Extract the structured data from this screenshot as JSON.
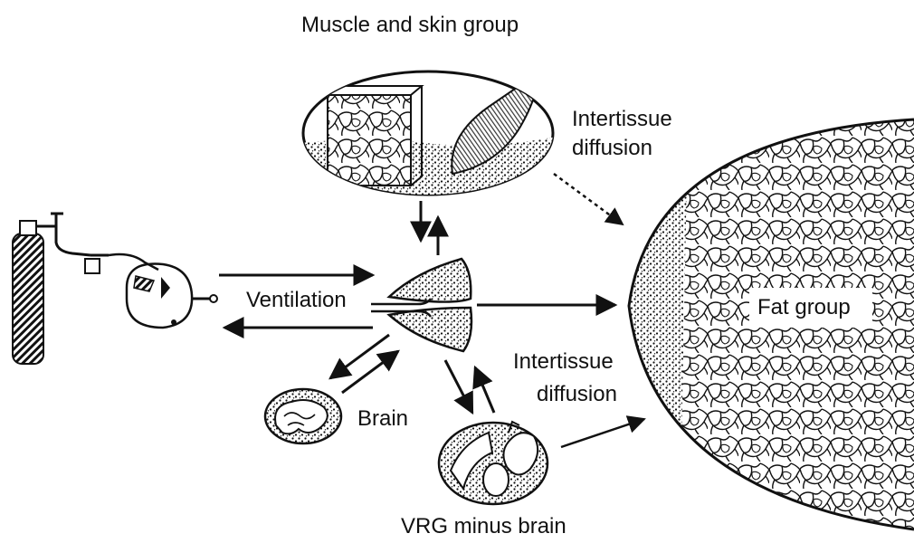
{
  "labels": {
    "muscle_skin_group": "Muscle and skin group",
    "intertissue_diffusion_top_1": "Intertissue",
    "intertissue_diffusion_top_2": "diffusion",
    "ventilation": "Ventilation",
    "fat_group": "Fat group",
    "intertissue_diffusion_bottom_1": "Intertissue",
    "intertissue_diffusion_bottom_2": "diffusion",
    "brain": "Brain",
    "vrg_minus_brain": "VRG minus brain"
  },
  "colors": {
    "ink": "#111111",
    "background": "#ffffff"
  },
  "icons": {
    "cylinder": "anesthesia-gas-cylinder-icon",
    "circuit": "breathing-circuit-icon",
    "lungs": "lungs-icon",
    "brain": "brain-icon",
    "vrg": "heart-organs-icon",
    "muscle_skin": "muscle-skin-tissue-icon",
    "fat": "fat-tissue-icon"
  }
}
